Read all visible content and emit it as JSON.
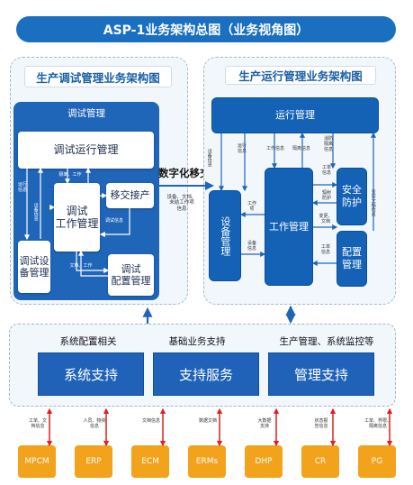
{
  "title": "ASP-1业务架构总图（业务视角图）",
  "left_panel": {
    "title": "生产调试管理业务架构图",
    "box_title": "调试管理",
    "run_mgmt": "调试运行管理",
    "work_mgmt": "调试\n工作管理",
    "handover": "移交接产",
    "device_mgmt": "调试设\n备管理",
    "config_mgmt": "调试\n配置管理",
    "labels": {
      "run_info": "运行\n信息",
      "device_info": "设备信息",
      "isolation_work": "隔离、工作",
      "test_info": "调试信息",
      "doc_work": "文档、工作"
    }
  },
  "middle": {
    "digital_handover": "数字化移交",
    "handover_items": "设备、文档、\n未结工作项\n信息"
  },
  "right_panel": {
    "title": "生产运行管理业务架构图",
    "run_mgmt": "运行管理",
    "device_mgmt": "设备管理",
    "work_mgmt": "工作管理",
    "security": "安全\n防护",
    "config_mgmt": "配置\n管理",
    "labels": {
      "device_info": "设备信息",
      "run_info": "运行\n信息",
      "work_info": "工作信息",
      "isolation_info": "隔离信息",
      "fire_isolation_info": "消防\n隔离\n信息",
      "work_order_info": "工单\n信息",
      "radiation_protection": "辐射\n防护",
      "change_doc": "变更、\n文档",
      "change_doc_info": "变更文档信息",
      "work_item": "工作\n项",
      "device_info2": "设备\n信息",
      "work_order_info2": "工单\n信息"
    }
  },
  "bottom": {
    "categories": [
      "系统配置相关",
      "基础业务支持",
      "生产管理、系统监控等"
    ],
    "supports": [
      "系统支持",
      "支持服务",
      "管理支持"
    ]
  },
  "systems": [
    {
      "name": "MPCM",
      "label": "工单、文\n档信息"
    },
    {
      "name": "ERP",
      "label": "人员、物资\n信息"
    },
    {
      "name": "ECM",
      "label": "文档信息"
    },
    {
      "name": "ERMs",
      "label": "数据文档"
    },
    {
      "name": "DHP",
      "label": "大数据\n支持"
    },
    {
      "name": "CR",
      "label": "状态报\n告信息"
    },
    {
      "name": "PG",
      "label": "工单、界限、\n隔离信息"
    }
  ],
  "colors": {
    "primary": "#1f65b8",
    "accent_orange": "#f2a31b",
    "arrow_red": "#e02020"
  }
}
